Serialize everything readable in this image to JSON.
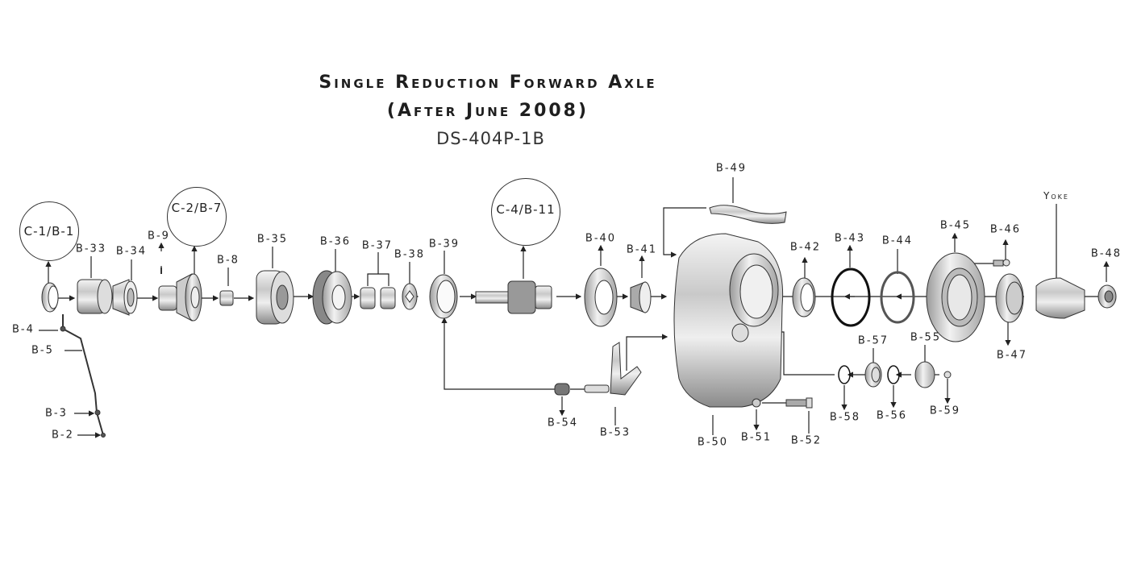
{
  "header": {
    "title_line1": "Single Reduction Forward Axle",
    "title_line2": "(After June 2008)",
    "part_number": "DS-404P-1B"
  },
  "callouts": [
    {
      "id": "c1",
      "label": "C-1/B-1"
    },
    {
      "id": "c2",
      "label": "C-2/B-7"
    },
    {
      "id": "c4",
      "label": "C-4/B-11"
    }
  ],
  "labels": {
    "b2": "B-2",
    "b3": "B-3",
    "b4": "B-4",
    "b5": "B-5",
    "b8": "B-8",
    "b9": "B-9",
    "b33": "B-33",
    "b34": "B-34",
    "b35": "B-35",
    "b36": "B-36",
    "b37": "B-37",
    "b38": "B-38",
    "b39": "B-39",
    "b40": "B-40",
    "b41": "B-41",
    "b42": "B-42",
    "b43": "B-43",
    "b44": "B-44",
    "b45": "B-45",
    "b46": "B-46",
    "b47": "B-47",
    "b48": "B-48",
    "b49": "B-49",
    "b50": "B-50",
    "b51": "B-51",
    "b52": "B-52",
    "b53": "B-53",
    "b54": "B-54",
    "b55": "B-55",
    "b56": "B-56",
    "b57": "B-57",
    "b58": "B-58",
    "b59": "B-59",
    "yoke": "Yoke"
  },
  "colors": {
    "line": "#222222",
    "part_light": "#e6e6e6",
    "part_mid": "#b5b5b5",
    "part_dark": "#6d6d6d"
  }
}
